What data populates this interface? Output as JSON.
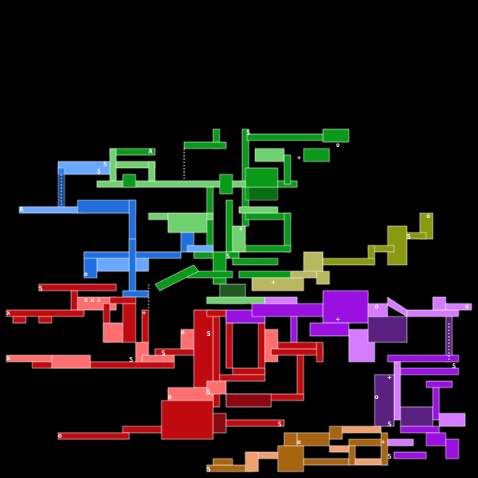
{
  "map": {
    "background": "#000000",
    "region_colors": {
      "green": "#0a9a1a",
      "light_green": "#6fd26f",
      "blue": "#1f6fe0",
      "light_blue": "#6aa8ff",
      "red": "#c00a10",
      "pink": "#ff6f6f",
      "purple": "#9a10e0",
      "lavender": "#d57bff",
      "olive": "#8a9a10",
      "khaki": "#b8b860",
      "brown": "#a86410",
      "peach": "#f0a070"
    },
    "icons": {
      "save": "S",
      "map_station": "+",
      "item": "o",
      "boss": "x",
      "elevator": "A"
    }
  }
}
